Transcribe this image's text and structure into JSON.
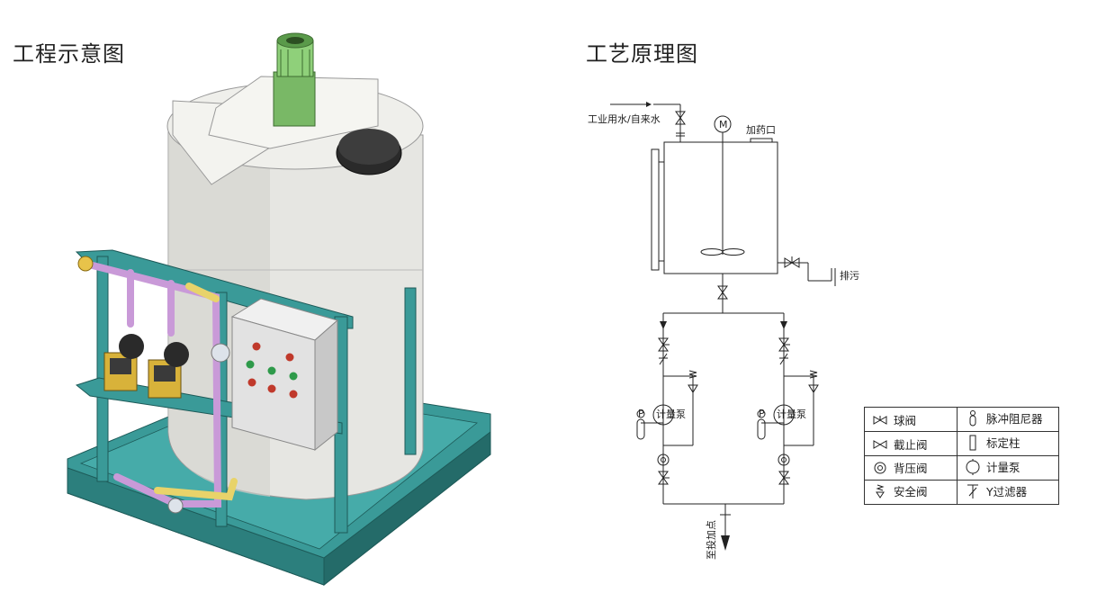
{
  "titles": {
    "left": "工程示意图",
    "right": "工艺原理图"
  },
  "diagram": {
    "inlet": "工业用水/自来水",
    "motor": "M",
    "dosing_port": "加药口",
    "drain": "排污",
    "outlet": "至投加点",
    "pump_text": "计量泵",
    "gauge_text": "P"
  },
  "legend": [
    {
      "left": {
        "icon": "ball-valve-icon",
        "text": "球阀"
      },
      "right": {
        "icon": "pulsation-damper-icon",
        "text": "脉冲阻尼器"
      }
    },
    {
      "left": {
        "icon": "globe-valve-icon",
        "text": "截止阀"
      },
      "right": {
        "icon": "calibration-column-icon",
        "text": "标定柱"
      }
    },
    {
      "left": {
        "icon": "back-pressure-valve-icon",
        "text": "背压阀"
      },
      "right": {
        "icon": "metering-pump-icon",
        "text": "计量泵"
      }
    },
    {
      "left": {
        "icon": "safety-valve-icon",
        "text": "安全阀"
      },
      "right": {
        "icon": "y-strainer-icon",
        "text": "Y过滤器"
      }
    }
  ],
  "colors": {
    "tank": "#e6e6e2",
    "frame": "#3a9a98",
    "pipe": "#c99ad8",
    "pipe_yellow": "#e8d36a",
    "motor": "#7fbf6a",
    "pump": "#d8b23a",
    "panel": "#e2e2e2"
  }
}
